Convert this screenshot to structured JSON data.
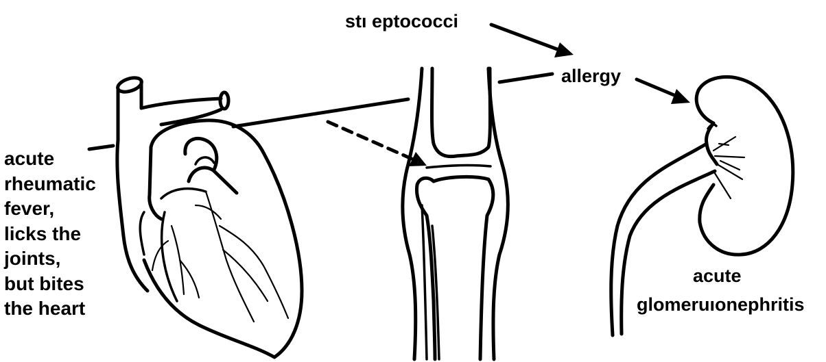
{
  "labels": {
    "streptococci": "stı eptococci",
    "allergy": "allergy",
    "rheumatic_fever": [
      "acute",
      "rheumatic",
      "fever,",
      "licks the",
      "joints,",
      "but bites",
      "the heart"
    ],
    "glomerulonephritis_line1": "acute",
    "glomerulonephritis_line2": "glomeruıonephritis"
  }
}
